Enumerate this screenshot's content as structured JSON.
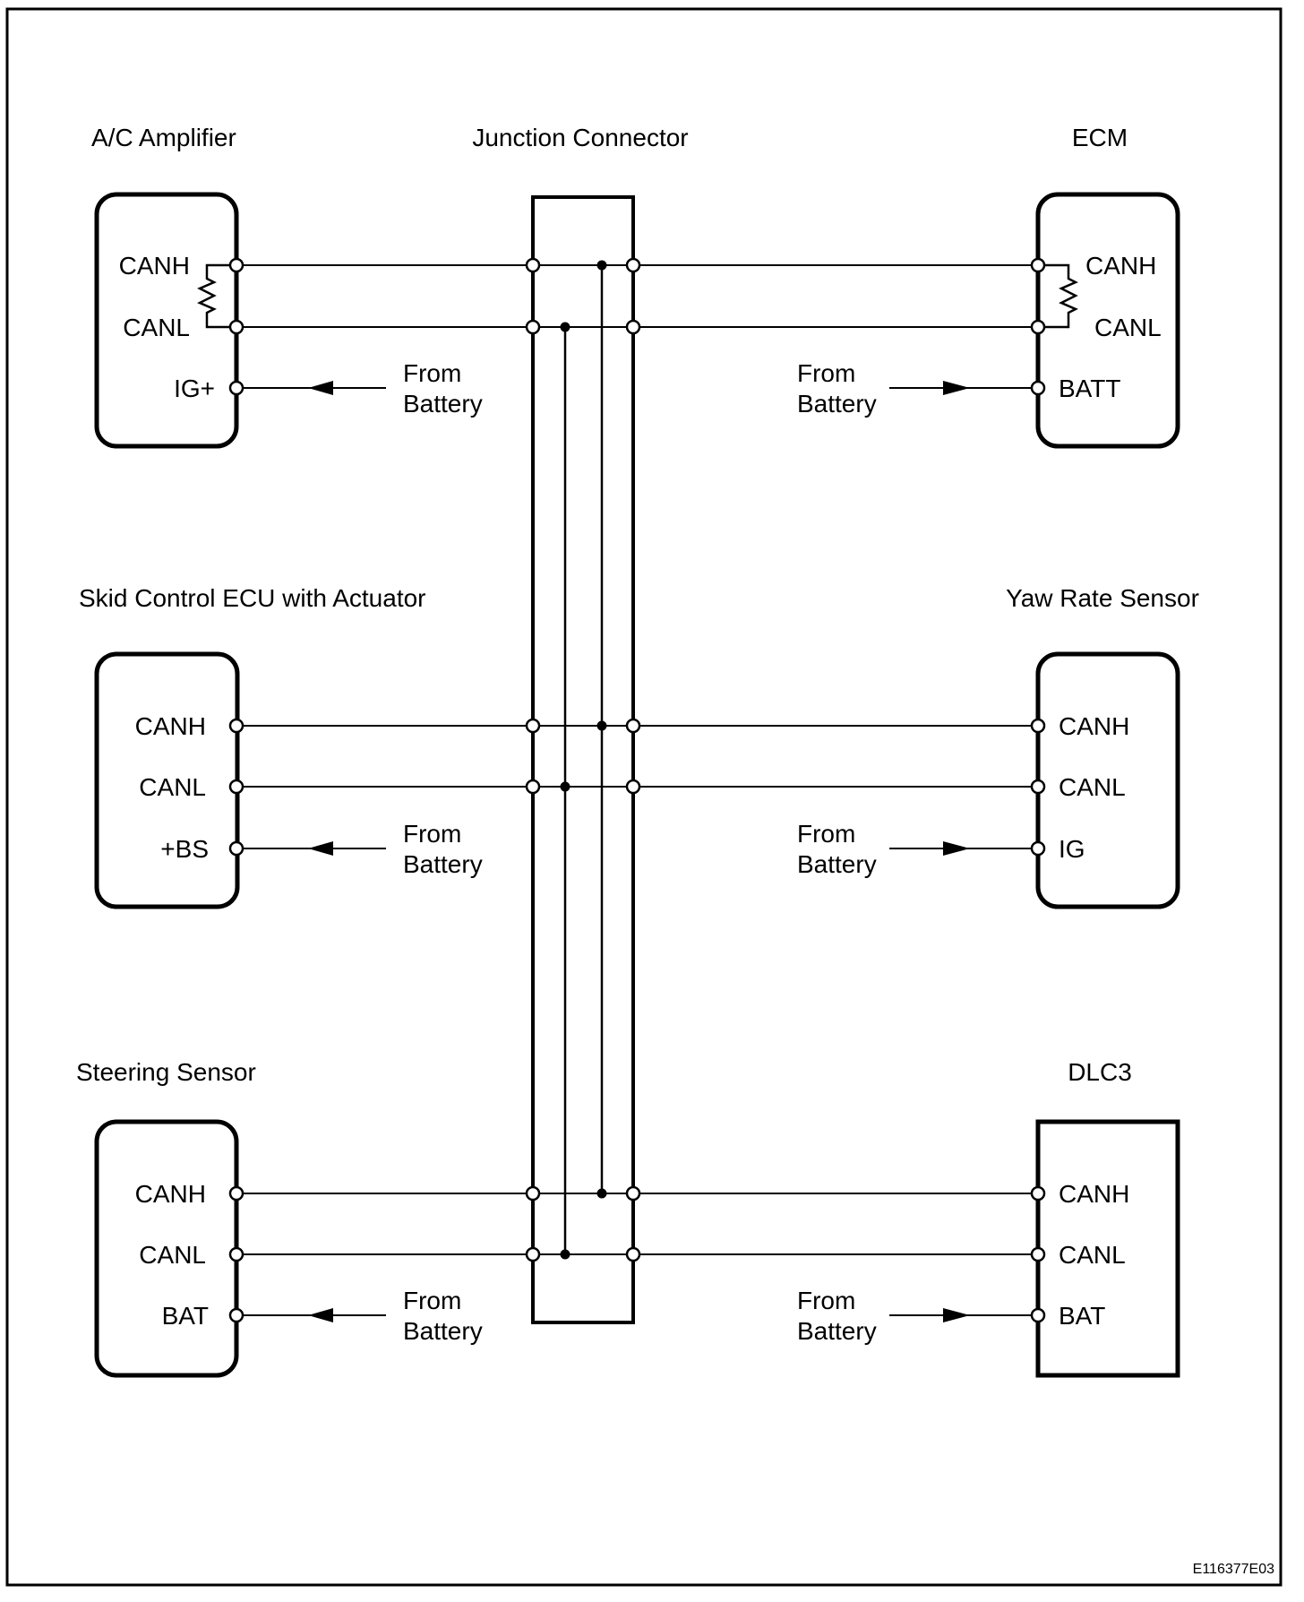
{
  "figure": {
    "code": "E116377E03"
  },
  "junction": {
    "title": "Junction Connector"
  },
  "labels": {
    "from": "From",
    "battery": "Battery"
  },
  "components": {
    "ac_amplifier": {
      "title": "A/C Amplifier",
      "pins": [
        "CANH",
        "CANL",
        "IG+"
      ]
    },
    "ecm": {
      "title": "ECM",
      "pins": [
        "CANH",
        "CANL",
        "BATT"
      ]
    },
    "skid_control_ecu": {
      "title": "Skid Control ECU with Actuator",
      "pins": [
        "CANH",
        "CANL",
        "+BS"
      ]
    },
    "yaw_rate_sensor": {
      "title": "Yaw Rate Sensor",
      "pins": [
        "CANH",
        "CANL",
        "IG"
      ]
    },
    "steering_sensor": {
      "title": "Steering Sensor",
      "pins": [
        "CANH",
        "CANL",
        "BAT"
      ]
    },
    "dlc3": {
      "title": "DLC3",
      "pins": [
        "CANH",
        "CANL",
        "BAT"
      ]
    }
  },
  "colors": {
    "line": "#000000",
    "background": "#ffffff"
  }
}
